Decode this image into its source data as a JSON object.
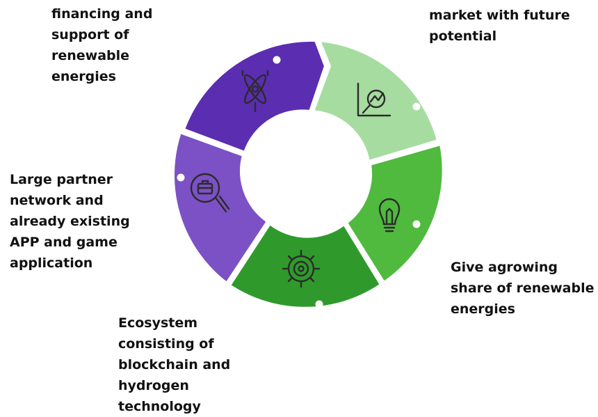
{
  "segments": [
    {
      "id": "financing",
      "label": "financing and\nsupport of\nrenewable\nenergies",
      "color": "#5b2db0",
      "icon": "atom-icon"
    },
    {
      "id": "market",
      "label": "market with future\npotential",
      "color": "#a6dca0",
      "icon": "chart-magnifier-icon"
    },
    {
      "id": "growing",
      "label": "Give agrowing\nshare of renewable\nenergies",
      "color": "#4fba3e",
      "icon": "lightbulb-icon"
    },
    {
      "id": "ecosystem",
      "label": "Ecosystem\nconsisting of\nblockchain and\nhydrogen\ntechnology",
      "color": "#2f9a2b",
      "icon": "target-gear-icon"
    },
    {
      "id": "partner",
      "label": "Large partner\nnetwork and\nalready existing\nAPP and game\napplication",
      "color": "#7c51c5",
      "icon": "briefcase-search-icon"
    }
  ]
}
